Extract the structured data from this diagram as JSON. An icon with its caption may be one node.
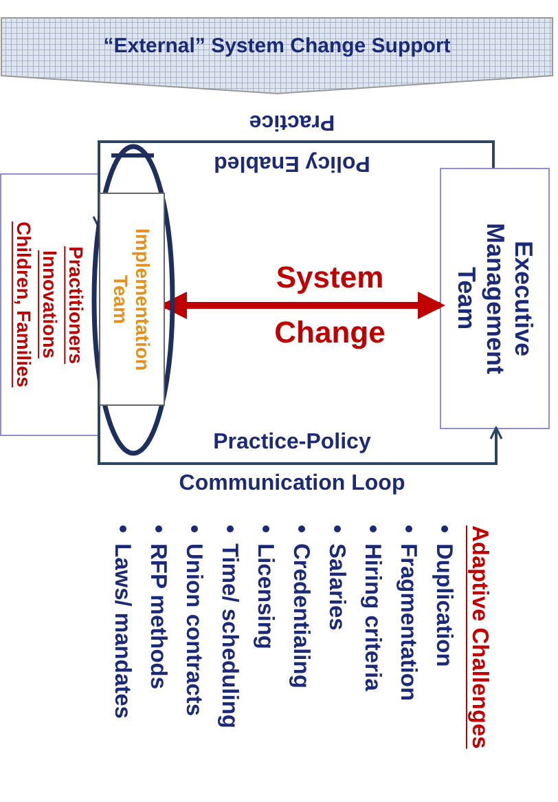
{
  "diagram": {
    "nodes": [
      {
        "text": [
          "“External” System Change Support"
        ]
      },
      {
        "text": [
          "Practitioners",
          "Innovations",
          "Children, Families"
        ]
      },
      {
        "text": [],
        "shape": "ellipse"
      },
      {
        "text": [
          "Implementation Team"
        ],
        "in": 2
      },
      {
        "text": [
          "Executive Management Team"
        ]
      }
    ],
    "edges": [
      {
        "from": 4,
        "to": 2,
        "arrow": "to",
        "label": "Policy Enabled Practice"
      },
      {
        "from": 2,
        "to": 4,
        "arrow": "to",
        "label": "Practice-Policy Communication Loop"
      },
      {
        "from": 3,
        "to": 4,
        "arrow": "both",
        "label": "System Change",
        "style": "thick",
        "color": "#c00000"
      }
    ],
    "labels": [
      "Adaptive Challenges",
      "Duplication",
      "Fragmentation",
      "Hiring criteria",
      "Salaries",
      "Credentialing",
      "Licensing",
      "Time/ scheduling",
      "Union contracts",
      "RFP methods",
      "Laws/ mandates"
    ]
  }
}
